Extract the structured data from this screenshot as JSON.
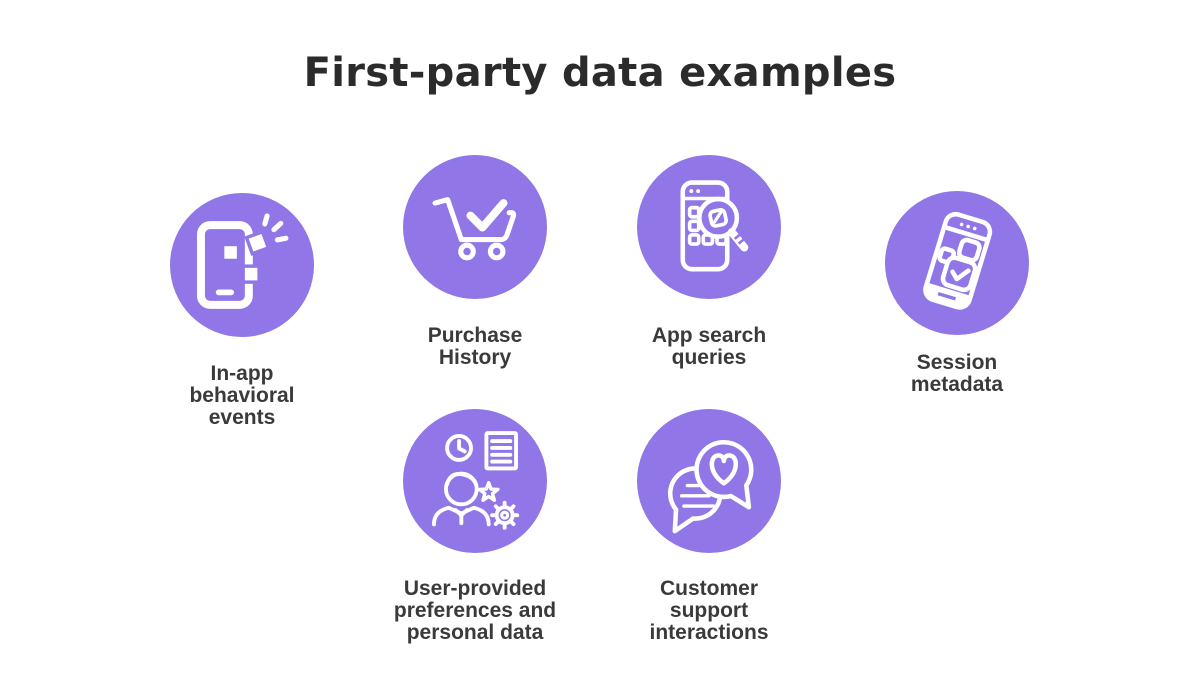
{
  "title": "First-party data examples",
  "colors": {
    "background": "#ffffff",
    "bubble": "#9076E6",
    "title_text": "#2b2b2b",
    "label_text": "#3a3a3a",
    "icon_stroke": "#ffffff"
  },
  "items": [
    {
      "label": "In-app\nbehavioral\nevents",
      "icon": "phone-app-events-icon"
    },
    {
      "label": "Purchase\nHistory",
      "icon": "cart-check-icon"
    },
    {
      "label": "App search\nqueries",
      "icon": "phone-search-icon"
    },
    {
      "label": "Session\nmetadata",
      "icon": "phone-session-check-icon"
    },
    {
      "label": "User-provided\npreferences and\npersonal data",
      "icon": "user-preferences-icon"
    },
    {
      "label": "Customer\nsupport\ninteractions",
      "icon": "chat-heart-icon"
    }
  ]
}
